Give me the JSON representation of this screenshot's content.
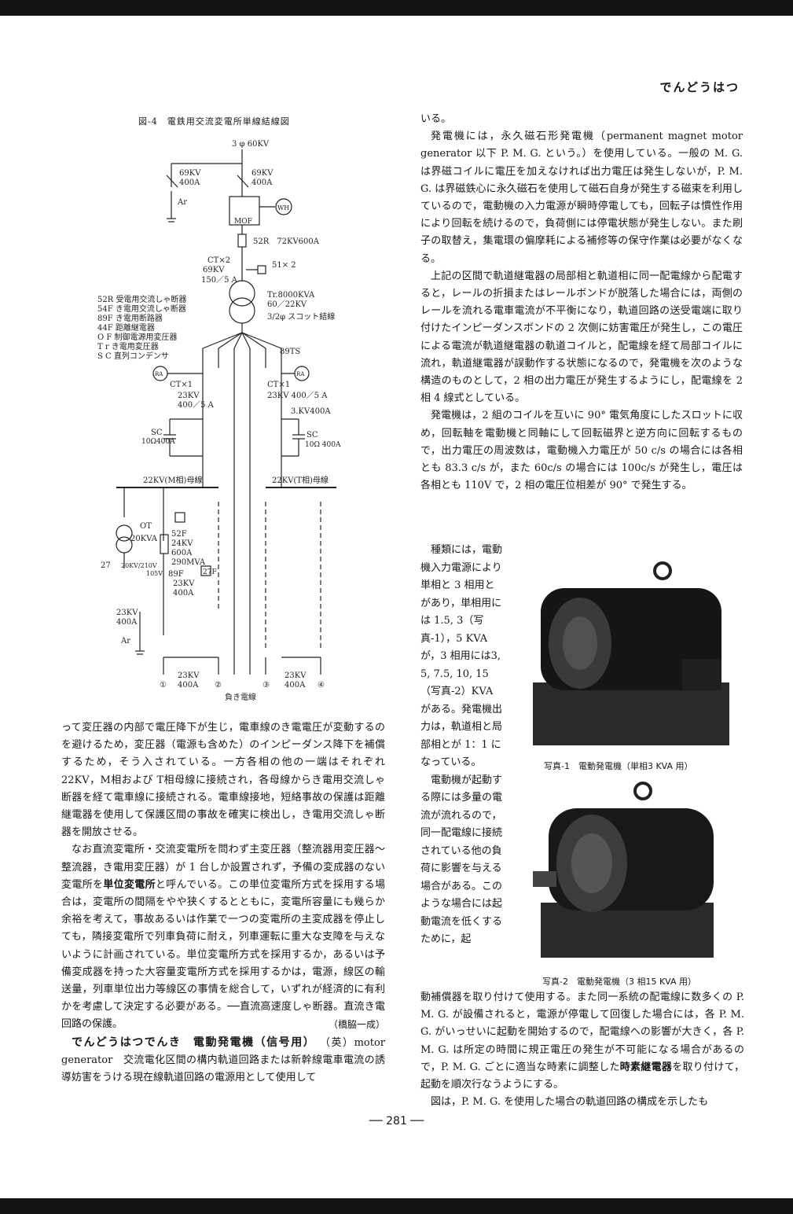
{
  "running_head": "でんどうはつ",
  "figure": {
    "title": "図-4　電鉄用交流変電所単線結線図",
    "labels": {
      "top_supply": "3 φ 60KV",
      "sw_left": "69KV",
      "sw_left_b": "400A",
      "sw_right": "69KV",
      "sw_right_b": "400A",
      "ar": "Ar",
      "wh": "WH",
      "mof": "MOF",
      "cb52r": "52R　72KV600A",
      "ct2": "CT×2",
      "ct2_b": "69KV",
      "ratio": "150／5 A",
      "relay51": "51× 2",
      "tr": "Tr.8000KVA",
      "tr_b": "60／22KV",
      "tr_c": "3/2φ スコット結線",
      "legend": [
        "52R 受電用交流しゃ断器",
        "54F き電用交流しゃ断器",
        "89F き電用断路器",
        "44F 距離継電器",
        "O F 制御電源用変圧器",
        "T r き電用変圧器",
        "S C 直列コンデンサ"
      ],
      "ts89": "89TS",
      "ra": "RA",
      "ct1_left": "CT×1",
      "ct1_right": "CT×1",
      "kv_left": "23KV",
      "kv_left_b": "400／5 A",
      "kv_right": "23KV 400／5 A",
      "kv3": "3.KV400A",
      "sc": "SC",
      "sc_left": "10Ω400A",
      "sc_right": "10Ω 400A",
      "bus_m": "22KV(M相)母線",
      "bus_t": "22KV(T相)母線",
      "ot": "OT",
      "ot_b": "20KVA",
      "f52": "52F",
      "f52_b": "24KV",
      "f52_c": "600A",
      "f52_d": "290MVA",
      "v27": "27",
      "v_volt": "20KV/210V",
      "v_volt_b": "105V",
      "f89": "89F",
      "f89_b": "23KV",
      "f89_c": "400A",
      "f27": "27F",
      "kv23": "23KV",
      "a400": "400A",
      "ar2": "Ar",
      "out1": "①",
      "out2": "②",
      "out3": "③",
      "out4": "④",
      "out_kv_left": "23KV",
      "out_a_left": "400A",
      "out_kv_right": "23KV",
      "out_a_right": "400A",
      "feeder": "負き電線"
    }
  },
  "left_text": {
    "p1": "って変圧器の内部で電圧降下が生じ，電車線のき電電圧が変動するのを避けるため，変圧器（電源も含めた）のインピーダンス降下を補償するため，そう入されている。一方各相の他の一端はそれぞれ 22KV，M相および T相母線に接続され，各母線からき電用交流しゃ断器を経て電車線に接続される。電車線接地，短絡事故の保護は距離継電器を使用して保護区間の事故を確実に検出し，き電用交流しゃ断器を開放させる。",
    "p2a": "なお直流変電所・交流変電所を問わず主変圧器（整流器用変圧器～整流器，き電用変圧器）が 1 台しか設置されず，予備の変成器のない変電所を",
    "p2_bold": "単位変電所",
    "p2b": "と呼んでいる。この単位変電所方式を採用する場合は，変電所の間隔をやや狭くするとともに，変電所容量にも幾らか余裕を考えて，事故あるいは作業で一つの変電所の主変成器を停止しても，隣接変電所で列車負荷に耐え，列車運転に重大な支障を与えないように計画されている。単位変電所方式を採用するか，あるいは予備変成器を持った大容量変電所方式を採用するかは，電源，線区の輸送量，列車単位出力等線区の事情を総合して，いずれが経済的に有利かを考慮して決定する必要がある。──直流高速度しゃ断器。直流き電回路の保護。",
    "author": "（橋脇一成）",
    "entry_head": "でんどうはつでんき　電動発電機（信号用）",
    "entry_en": "（英）motor generator",
    "entry_body": "交流電化区間の構内軌道回路または新幹線電車電流の誘導妨害をうける現在線軌道回路の電源用として使用して"
  },
  "right_text": {
    "p0": "いる。",
    "p1": "発電機には，永久磁石形発電機（permanent magnet motor generator 以下 P. M. G. という。）を使用している。一般の M. G. は界磁コイルに電圧を加えなければ出力電圧は発生しないが，P. M. G. は界磁鉄心に永久磁石を使用して磁石自身が発生する磁束を利用しているので，電動機の入力電源が瞬時停電しても，回転子は慣性作用により回転を続けるので，負荷側には停電状態が発生しない。また刷子の取替え，集電環の偏摩耗による補修等の保守作業は必要がなくなる。",
    "p2": "上記の区間で軌道継電器の局部相と軌道相に同一配電線から配電すると，レールの折損またはレールボンドが脱落した場合には，両側のレールを流れる電車電流が不平衡になり，軌道回路の送受電端に取り付けたインピーダンスボンドの 2 次側に妨害電圧が発生し，この電圧による電流が軌道継電器の軌道コイルと，配電線を経て局部コイルに流れ，軌道継電器が誤動作する状態になるので，発電機を次のような構造のものとして，2 相の出力電圧が発生するようにし，配電線を 2 相 4 線式としている。",
    "p3": "発電機は，2 組のコイルを互いに 90° 電気角度にしたスロットに収め，回転軸を電動機と同軸にして回転磁界と逆方向に回転するもので，出力電圧の周波数は，電動機入力電圧が 50 c/s の場合には各相とも 83.3 c/s が，また 60c/s の場合には 100c/s が発生し，電圧は各相とも 110V で，2 相の電圧位相差が 90° で発生する。"
  },
  "narrow_text": {
    "p1": "種類には，電動機入力電源により単相と 3 相用とがあり，単相用には 1.5, 3（写真-1），5 KVA が，3 相用には3, 5, 7.5, 10, 15（写真-2）KVA がある。発電機出力は，軌道相と局部相とが 1：1 になっている。",
    "p2": "電動機が起動する際には多量の電流が流れるので，同一配電線に接続されている他の負荷に影響を与える場合がある。このような場合には起動電流を低くするために，起"
  },
  "captions": {
    "photo1": "写真-1　電動発電機（単相3 KVA 用）",
    "photo2": "写真-2　電動発電機（3 相15 KVA 用）"
  },
  "right_bottom": {
    "a": "動補償器を取り付けて使用する。また同一系統の配電線に数多くの P. M. G. が設備されると，電源が停電して回復した場合には，各 P. M. G. がいっせいに起動を開始するので，配電線への影響が大きく，各 P. M. G. は所定の時間に規正電圧の発生が不可能になる場合があるので，P. M. G. ごとに適当な時素に調整した",
    "bold": "時素継電器",
    "b": "を取り付けて，起動を順次行なうようにする。",
    "p2": "図は，P. M. G. を使用した場合の軌道回路の構成を示したも"
  },
  "page_number": "── 281 ──"
}
